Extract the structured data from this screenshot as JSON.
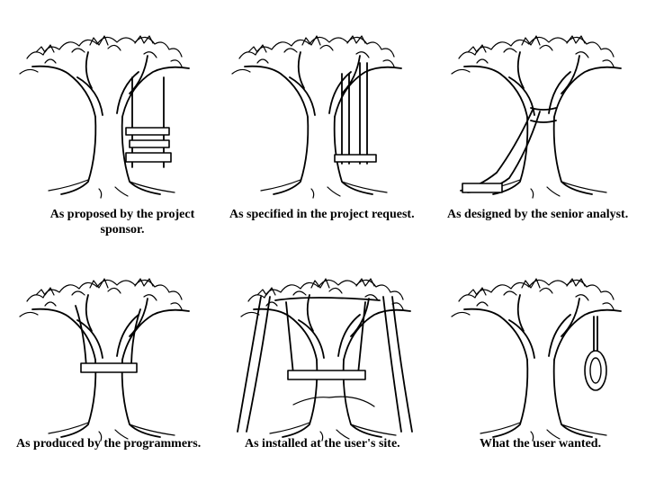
{
  "panels": [
    {
      "id": "proposed",
      "caption_lines": [
        "As proposed by the project",
        "sponsor."
      ]
    },
    {
      "id": "specified",
      "caption_lines": [
        "As specified in the project request."
      ]
    },
    {
      "id": "designed",
      "caption_lines": [
        "As designed by the senior analyst."
      ]
    },
    {
      "id": "produced",
      "caption_lines": [
        "As produced by the programmers."
      ]
    },
    {
      "id": "installed",
      "caption_lines": [
        "As installed at the user's site."
      ]
    },
    {
      "id": "wanted",
      "caption_lines": [
        "What the user wanted."
      ]
    }
  ]
}
